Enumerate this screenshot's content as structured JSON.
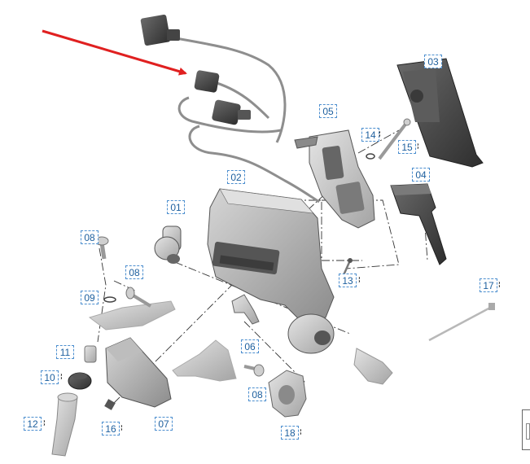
{
  "callouts": {
    "c01": "01",
    "c02": "02",
    "c03": "03",
    "c04": "04",
    "c05": "05",
    "c06": "06",
    "c07": "07",
    "c08a": "08",
    "c08b": "08",
    "c08c": "08",
    "c09": "09",
    "c10": "10",
    "c11": "11",
    "c12": "12",
    "c13": "13",
    "c14": "14",
    "c15": "15",
    "c16": "16",
    "c17": "17",
    "c18": "18"
  },
  "colors": {
    "callout_border": "#4d8fcf",
    "callout_text": "#1d5f9e",
    "pointer_arrow": "#e02020",
    "part_fill": "#bdbdbd",
    "part_dark": "#4a4a4a"
  },
  "icons": {
    "pointer": "red-arrow-icon"
  }
}
